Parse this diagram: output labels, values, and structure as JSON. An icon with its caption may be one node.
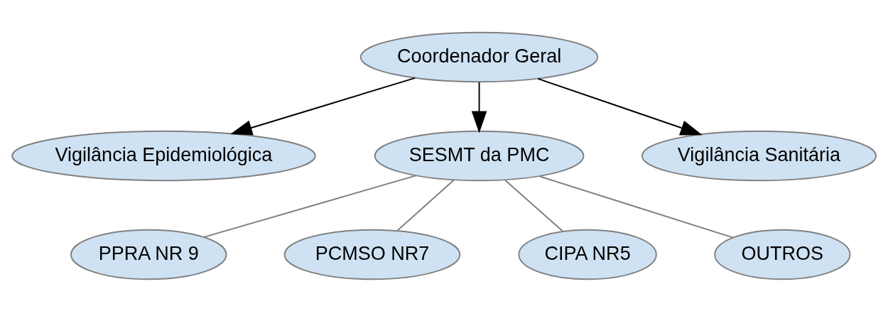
{
  "diagram": {
    "nodes": [
      {
        "text": [
          "Coordenador Geral"
        ]
      },
      {
        "text": [
          "Vigilância Epidemiológica"
        ]
      },
      {
        "text": [
          "SESMT da PMC"
        ]
      },
      {
        "text": [
          "Vigilância Sanitária"
        ]
      },
      {
        "text": [
          "PPRA NR 9"
        ]
      },
      {
        "text": [
          "PCMSO NR7"
        ]
      },
      {
        "text": [
          "CIPA NR5"
        ]
      },
      {
        "text": [
          "OUTROS"
        ]
      }
    ],
    "edges": [
      {
        "from": 0,
        "to": 1,
        "arrow": "to",
        "color": "#000000"
      },
      {
        "from": 0,
        "to": 2,
        "arrow": "to",
        "color": "#000000"
      },
      {
        "from": 0,
        "to": 3,
        "arrow": "to",
        "color": "#000000"
      },
      {
        "from": 2,
        "to": 4,
        "arrow": "none"
      },
      {
        "from": 2,
        "to": 5,
        "arrow": "none"
      },
      {
        "from": 2,
        "to": 6,
        "arrow": "none"
      },
      {
        "from": 2,
        "to": 7,
        "arrow": "none"
      }
    ]
  }
}
